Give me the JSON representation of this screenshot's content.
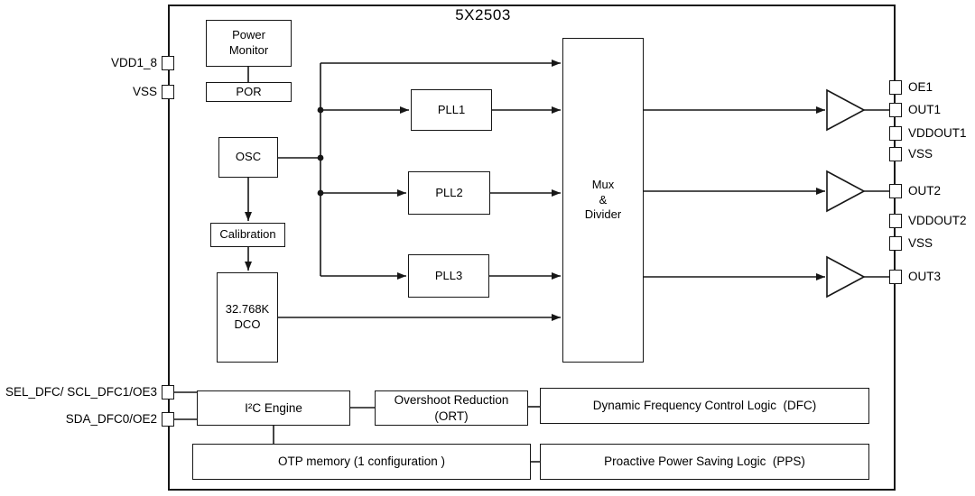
{
  "title": "5X2503",
  "blocks": {
    "power_monitor": {
      "label": "Power\nMonitor"
    },
    "por": {
      "label": "POR"
    },
    "osc": {
      "label": "OSC"
    },
    "calibration": {
      "label": "Calibration"
    },
    "dco": {
      "label": "32.768K\nDCO"
    },
    "pll1": {
      "label": "PLL1"
    },
    "pll2": {
      "label": "PLL2"
    },
    "pll3": {
      "label": "PLL3"
    },
    "mux_divider": {
      "label": "Mux\n&\nDivider"
    },
    "i2c_engine": {
      "label": "I²C Engine"
    },
    "ort": {
      "label": "Overshoot Reduction\n(ORT)"
    },
    "dfc": {
      "label": "Dynamic Frequency Control Logic  (DFC)"
    },
    "otp": {
      "label": "OTP memory (1 configuration )"
    },
    "pps": {
      "label": "Proactive Power Saving Logic  (PPS)"
    }
  },
  "pins_left": [
    {
      "label": "VDD1_8"
    },
    {
      "label": "VSS"
    },
    {
      "label": "SEL_DFC/ SCL_DFC1/OE3"
    },
    {
      "label": "SDA_DFC0/OE2"
    }
  ],
  "pins_right": [
    {
      "label": "OE1"
    },
    {
      "label": "OUT1"
    },
    {
      "label": "VDDOUT1"
    },
    {
      "label": "VSS"
    },
    {
      "label": "OUT2"
    },
    {
      "label": "VDDOUT2"
    },
    {
      "label": "VSS"
    },
    {
      "label": "OUT3"
    }
  ],
  "colors": {
    "line": "#161616",
    "background": "#ffffff"
  }
}
